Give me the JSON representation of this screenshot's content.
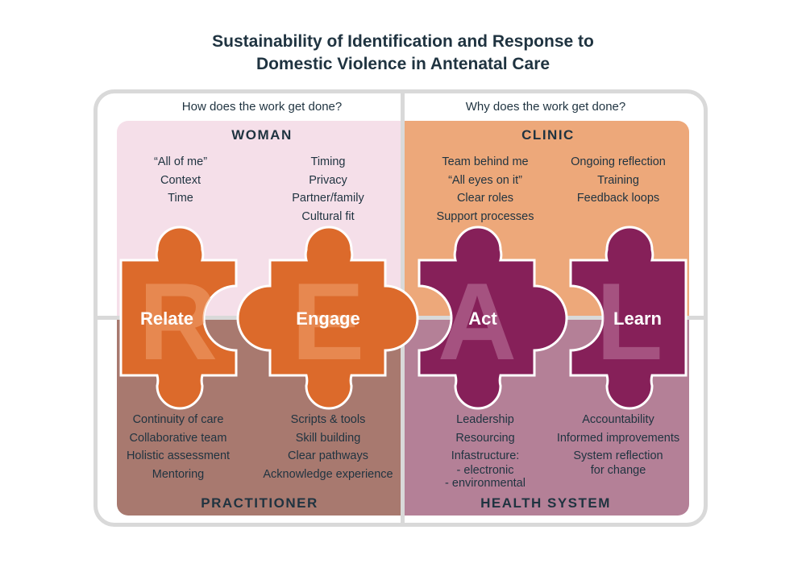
{
  "title": {
    "line1": "Sustainability of Identification and Response to",
    "line2": "Domestic Violence in Antenatal Care"
  },
  "questions": {
    "how": "How does the work get done?",
    "why": "Why does the work get done?"
  },
  "quadrants": {
    "woman": "WOMAN",
    "clinic": "CLINIC",
    "practitioner": "PRACTITIONER",
    "health_system": "HEALTH SYSTEM"
  },
  "woman_left": [
    "“All of me”",
    "Context",
    "Time"
  ],
  "woman_right": [
    "Timing",
    "Privacy",
    "Partner/family",
    "Cultural fit"
  ],
  "clinic_left": [
    "Team behind me",
    "“All eyes on it”",
    "Clear roles",
    "Support processes"
  ],
  "clinic_right": [
    "Ongoing reflection",
    "Training",
    "Feedback loops"
  ],
  "practitioner_left": [
    "Continuity of care",
    "Collaborative team",
    "Holistic assessment",
    "Mentoring"
  ],
  "practitioner_right": [
    "Scripts & tools",
    "Skill building",
    "Clear pathways",
    "Acknowledge experience"
  ],
  "health_left": {
    "items": [
      "Leadership",
      "Resourcing"
    ],
    "infrastructure": "Infastructure:",
    "sub": [
      "- electronic",
      "- environmental"
    ]
  },
  "health_right": {
    "items": [
      "Accountability",
      "Informed improvements"
    ],
    "reflection": [
      "System reflection",
      "for change"
    ]
  },
  "pieces": [
    {
      "letter": "R",
      "label": "Relate",
      "color": "#dc6a2b"
    },
    {
      "letter": "E",
      "label": "Engage",
      "color": "#dc6a2b"
    },
    {
      "letter": "A",
      "label": "Act",
      "color": "#862059"
    },
    {
      "letter": "L",
      "label": "Learn",
      "color": "#862059"
    }
  ]
}
